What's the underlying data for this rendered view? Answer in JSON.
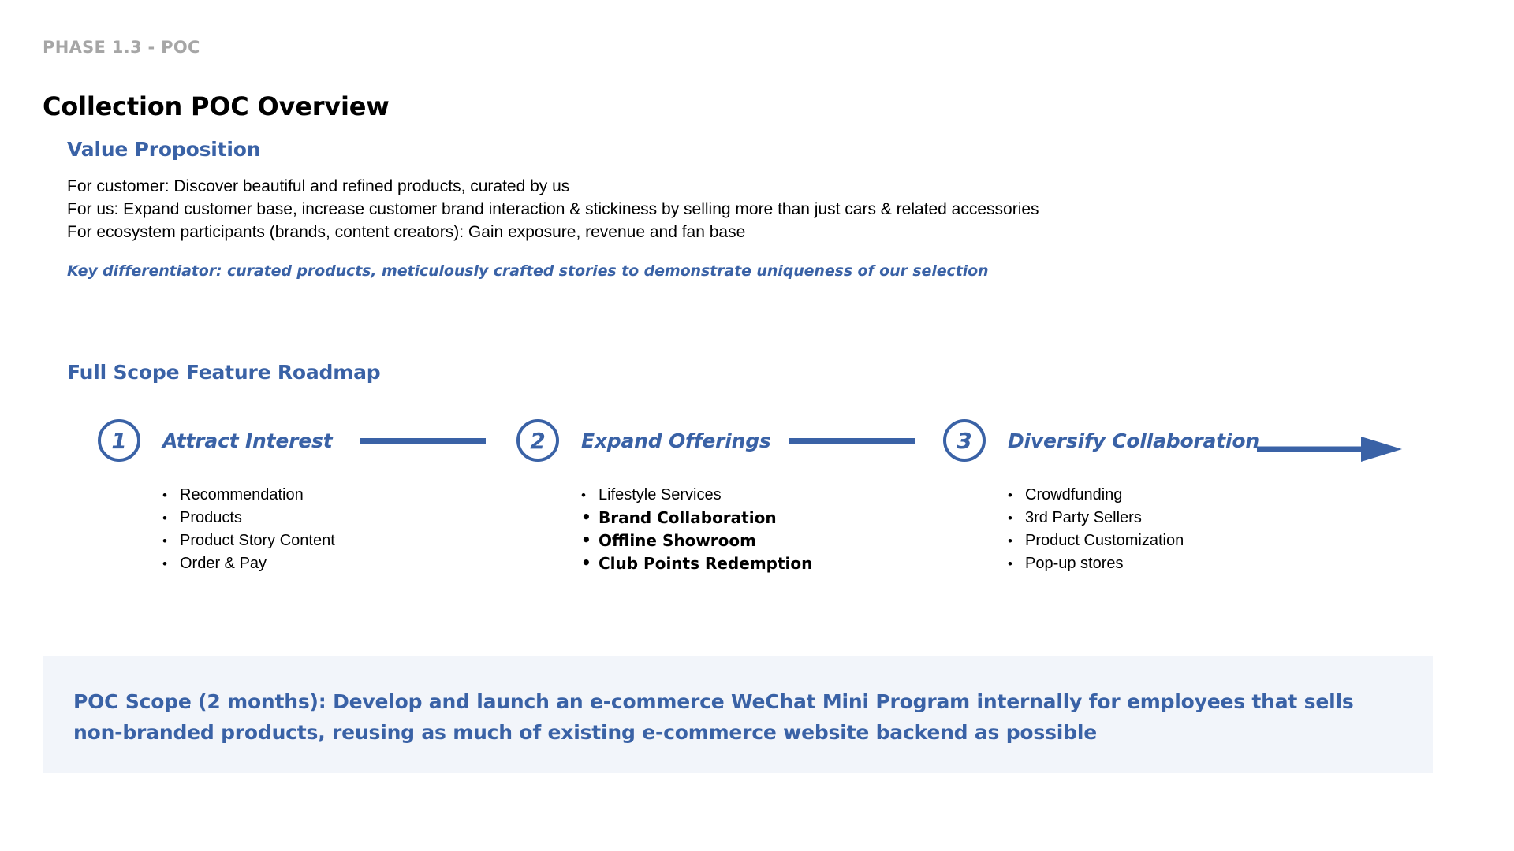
{
  "header": {
    "eyebrow": "PHASE 1.3 - POC",
    "title": "Collection POC Overview"
  },
  "value_proposition": {
    "heading": "Value Proposition",
    "lines": [
      "For customer: Discover beautiful and refined products, curated by us",
      "For us: Expand customer base, increase customer brand interaction & stickiness by selling more than just cars & related accessories",
      "For ecosystem participants (brands, content creators): Gain exposure, revenue and fan base"
    ],
    "key_differentiator": "Key differentiator: curated products, meticulously crafted stories to demonstrate uniqueness of our selection"
  },
  "roadmap": {
    "heading": "Full Scope Feature Roadmap",
    "stages": [
      {
        "number": "1",
        "label": "Attract Interest",
        "items": [
          {
            "text": "Recommendation",
            "emphasis": false
          },
          {
            "text": "Products",
            "emphasis": false
          },
          {
            "text": "Product Story Content",
            "emphasis": false
          },
          {
            "text": "Order & Pay",
            "emphasis": false
          }
        ]
      },
      {
        "number": "2",
        "label": "Expand Offerings",
        "items": [
          {
            "text": "Lifestyle Services",
            "emphasis": false
          },
          {
            "text": "Brand Collaboration",
            "emphasis": true
          },
          {
            "text": "Offline Showroom",
            "emphasis": true
          },
          {
            "text": "Club Points Redemption",
            "emphasis": true
          }
        ]
      },
      {
        "number": "3",
        "label": "Diversify Collaboration",
        "items": [
          {
            "text": "Crowdfunding",
            "emphasis": false
          },
          {
            "text": "3rd Party Sellers",
            "emphasis": false
          },
          {
            "text": "Product Customization",
            "emphasis": false
          },
          {
            "text": "Pop-up stores",
            "emphasis": false
          }
        ]
      }
    ],
    "arrow_icon": "right-arrow-icon"
  },
  "callout": {
    "text": "POC Scope (2 months): Develop and launch an e-commerce WeChat Mini Program internally for employees that sells non-branded products, reusing as much of existing e-commerce website backend as possible"
  },
  "colors": {
    "brand_blue": "#3a62a6",
    "eyebrow_gray": "#a6a6a6",
    "callout_bg": "#f2f5fa",
    "body_black": "#000000"
  }
}
